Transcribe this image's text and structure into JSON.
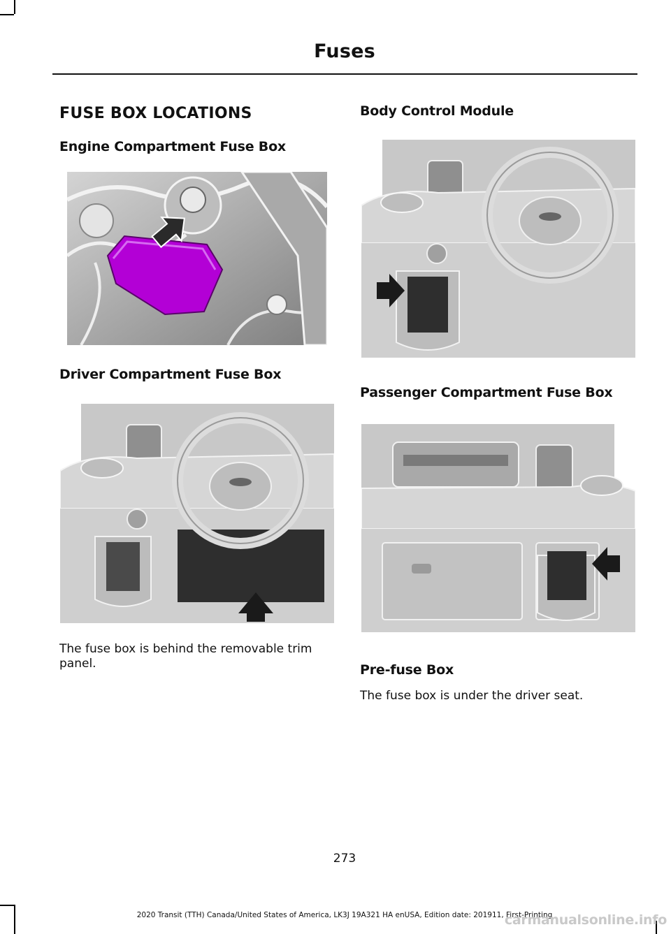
{
  "header": {
    "title": "Fuses"
  },
  "section": {
    "heading": "FUSE BOX LOCATIONS"
  },
  "left_column": {
    "engine_heading": "Engine Compartment Fuse Box",
    "driver_heading": "Driver Compartment Fuse Box",
    "driver_text": "The fuse box is behind the removable trim panel."
  },
  "right_column": {
    "bcm_heading": "Body Control Module",
    "passenger_heading": "Passenger Compartment Fuse Box",
    "prefuse_heading": "Pre-fuse Box",
    "prefuse_text": "The fuse box is under the driver seat."
  },
  "colors": {
    "highlight": "#b300d6",
    "arrow": "#1a1a1a",
    "dash_gray": "#c8c8c8"
  },
  "footer": {
    "page_number": "273",
    "edition_line": "2020 Transit (TTH) Canada/United States of America, LK3J 19A321 HA enUSA, Edition date: 201911, First-Printing"
  },
  "watermark": "carmanualsonline.info"
}
